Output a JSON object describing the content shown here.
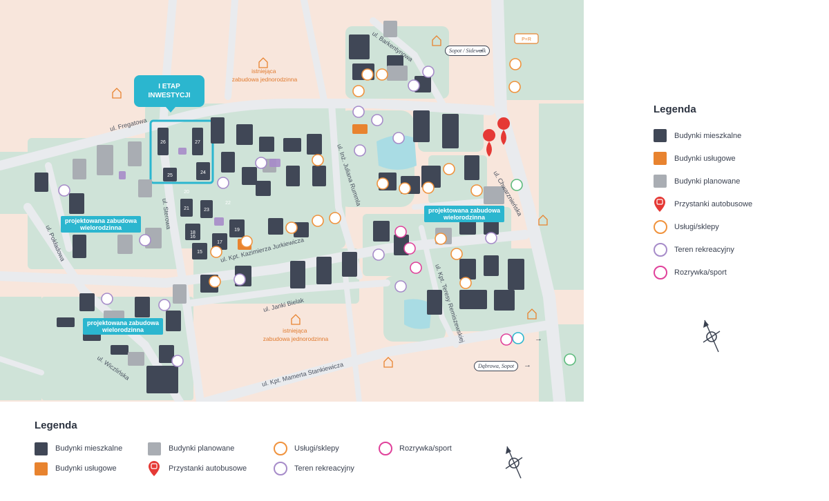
{
  "colors": {
    "residential": "#404756",
    "service": "#e8832f",
    "planned": "#a9adb3",
    "bus_stop": "#e53935",
    "shops": "#f0923c",
    "recreation": "#a68bc9",
    "sport": "#e0409a",
    "accent": "#2bb6cf",
    "land": "#f8e6dc",
    "green": "#cfe3d8",
    "road": "#e9ebee"
  },
  "map": {
    "etap_label": "I ETAP\nINWESTYCJI",
    "projected_labels": [
      "projektowana zabudowa\nwielorodzinna",
      "projektowana zabudowa\nwielorodzinna",
      "projektowana zabudowa\nwielorodzinna"
    ],
    "area_notes": [
      "istniejąca\nzabudowa jednorodzinna",
      "istniejąca\nzabudowa jednorodzinna"
    ],
    "streets": {
      "barkentynowa": "ul. Barkentynowa",
      "fregatowa": "ul. Fregatowa",
      "szturmanska": "ul. Inż. Juliana Rummla",
      "sterowa": "ul. Sterowa",
      "pokladowa": "ul. Pokładowa",
      "jurkiewicza": "ul. Kpt. Kazimierza Jurkiewicza",
      "bielak": "ul. Janki Bielak",
      "stankiewicza": "ul. Kpt. Mamerta Stankiewicza",
      "wiczlinska": "ul. Wiczlińska",
      "chwarznienska": "ul. Chwarznieńska",
      "remiszewskiej": "ul. Kpt. Teresy Remiszewskiej"
    },
    "directions": {
      "sign_top": "Sopot / Sidewalk",
      "sign_bottom": "Dąbrowa, Sopot"
    },
    "parking_sign": "P+R",
    "building_numbers": [
      "26",
      "27",
      "25",
      "24",
      "23",
      "22",
      "21",
      "20",
      "19",
      "18",
      "17",
      "16",
      "15"
    ]
  },
  "legend": {
    "title": "Legenda",
    "items": [
      {
        "key": "residential",
        "label": "Budynki mieszkalne",
        "kind": "square"
      },
      {
        "key": "service",
        "label": "Budynki usługowe",
        "kind": "square"
      },
      {
        "key": "planned",
        "label": "Budynki planowane",
        "kind": "square"
      },
      {
        "key": "bus_stop",
        "label": "Przystanki autobusowe",
        "kind": "pin"
      },
      {
        "key": "shops",
        "label": "Usługi/sklepy",
        "kind": "circle"
      },
      {
        "key": "recreation",
        "label": "Teren rekreacyjny",
        "kind": "circle"
      },
      {
        "key": "sport",
        "label": "Rozrywka/sport",
        "kind": "circle"
      }
    ]
  }
}
